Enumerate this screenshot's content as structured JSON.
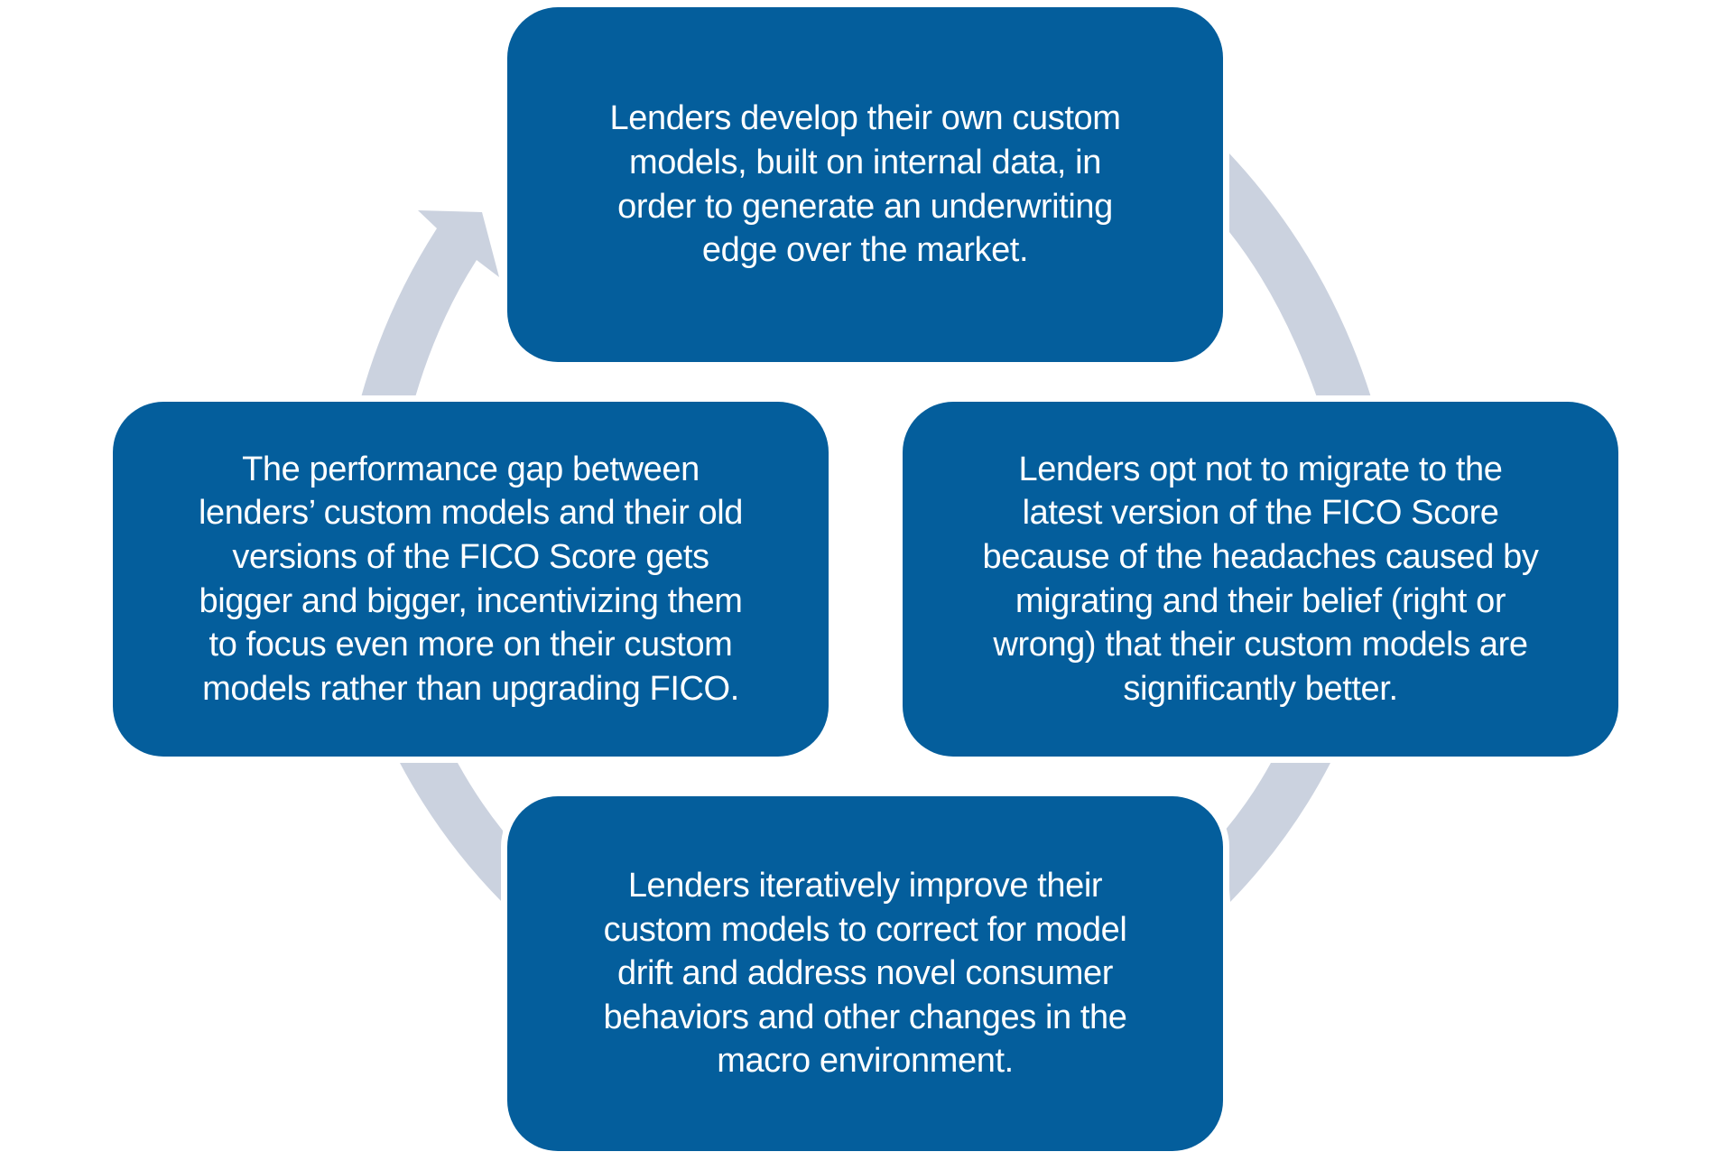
{
  "diagram": {
    "type": "cycle",
    "colors": {
      "box_fill": "#045E9C",
      "box_text": "#FFFFFF",
      "arrow_ring": "#CBD2DF",
      "background": "#FFFFFF"
    },
    "steps": [
      {
        "id": "top",
        "lines": [
          "Lenders develop their own custom",
          "models, built on internal data, in",
          "order to generate an underwriting",
          "edge over the market."
        ]
      },
      {
        "id": "right",
        "lines": [
          "Lenders opt not to migrate to the",
          "latest version of the FICO Score",
          "because of the headaches caused by",
          "migrating and their belief (right or",
          "wrong) that their custom models are",
          "significantly better."
        ]
      },
      {
        "id": "bottom",
        "lines": [
          "Lenders iteratively improve their",
          "custom models to correct for model",
          "drift and address novel consumer",
          "behaviors and other changes in the",
          "macro environment."
        ]
      },
      {
        "id": "left",
        "lines": [
          "The performance gap between",
          "lenders’ custom models and their old",
          "versions of the FICO Score gets",
          "bigger and bigger, incentivizing them",
          "to focus even more on their custom",
          "models rather than upgrading FICO."
        ]
      }
    ],
    "flow_direction": "clockwise"
  }
}
